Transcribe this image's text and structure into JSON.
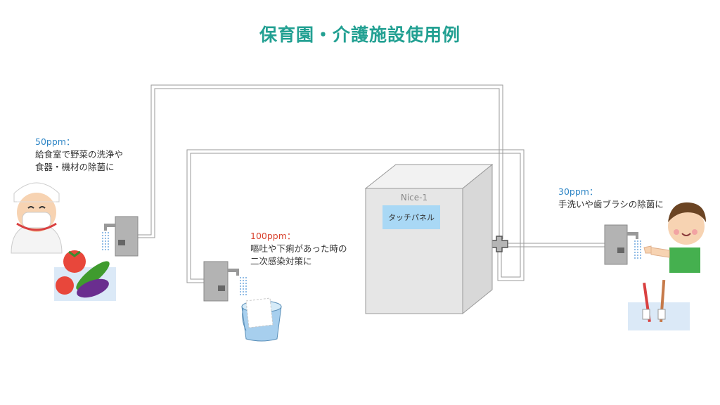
{
  "title": "保育園・介護施設使用例",
  "colors": {
    "title": "#22a092",
    "ppm_blue": "#2f86c6",
    "ppm_red": "#d9432f",
    "text": "#333333",
    "machine": "#e6e6e6",
    "panel": "#a9d8f5",
    "pipe": "#9a9a9a",
    "water": "#6fa7dd"
  },
  "machine": {
    "name": "Nice-1",
    "panel_label": "タッチパネル"
  },
  "stations": {
    "kitchen": {
      "ppm": "50ppm：",
      "desc": [
        "給食室で野菜の洗浄や",
        "食器・機材の除菌に"
      ]
    },
    "vomit": {
      "ppm": "100ppm：",
      "desc": [
        "嘔吐や下痢があった時の",
        "二次感染対策に"
      ]
    },
    "hands": {
      "ppm": "30ppm：",
      "desc": [
        "手洗いや歯ブラシの除菌に"
      ]
    }
  }
}
